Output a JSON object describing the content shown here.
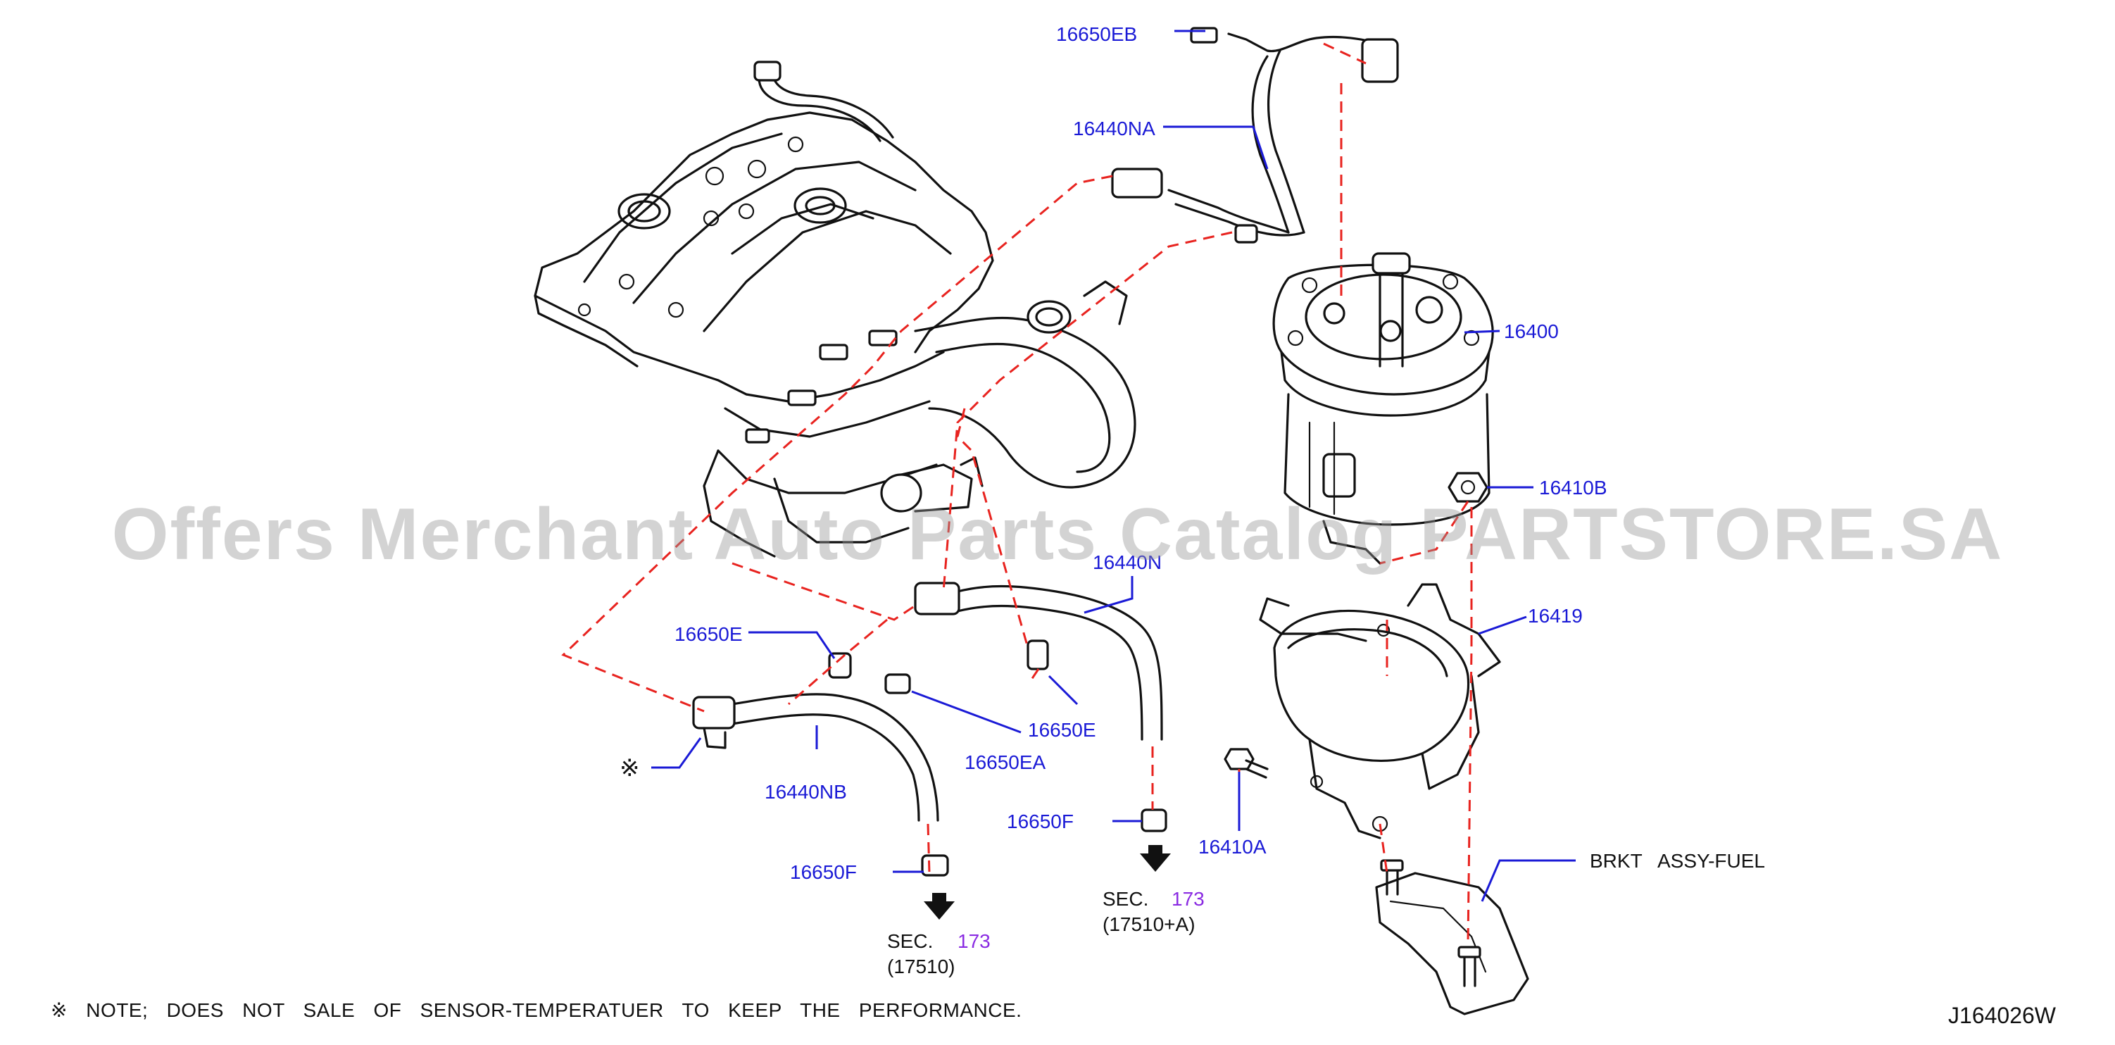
{
  "parts": {
    "hose_eb_connector": "16650EB",
    "hose_na": "16440NA",
    "fuel_filter": "16400",
    "nut_b": "16410B",
    "bracket_16419": "16419",
    "hose_n": "16440N",
    "clip_e_left": "16650E",
    "clip_e_right": "16650E",
    "clip_ea": "16650EA",
    "hose_nb": "16440NB",
    "clip_f_left": "16650F",
    "clip_f_right": "16650F",
    "bolt_a": "16410A",
    "brkt_assy": "BRKT   ASSY-FUEL",
    "sensor_mark": "※"
  },
  "sections": {
    "left": {
      "prefix": "SEC.",
      "number": "173",
      "sub": "(17510)"
    },
    "right": {
      "prefix": "SEC.",
      "number": "173",
      "sub": "(17510+A)"
    }
  },
  "note": "※ NOTE; DOES NOT SALE OF SENSOR-TEMPERATUER TO KEEP THE PERFORMANCE.",
  "watermark": "Offers Merchant Auto Parts Catalog PARTSTORE.SA",
  "diagram_code": "J164026W",
  "colors": {
    "label": "#1a1ad6",
    "dashed_guide": "#e8231f",
    "section_number": "#8a2be2",
    "line_art": "#111111"
  }
}
